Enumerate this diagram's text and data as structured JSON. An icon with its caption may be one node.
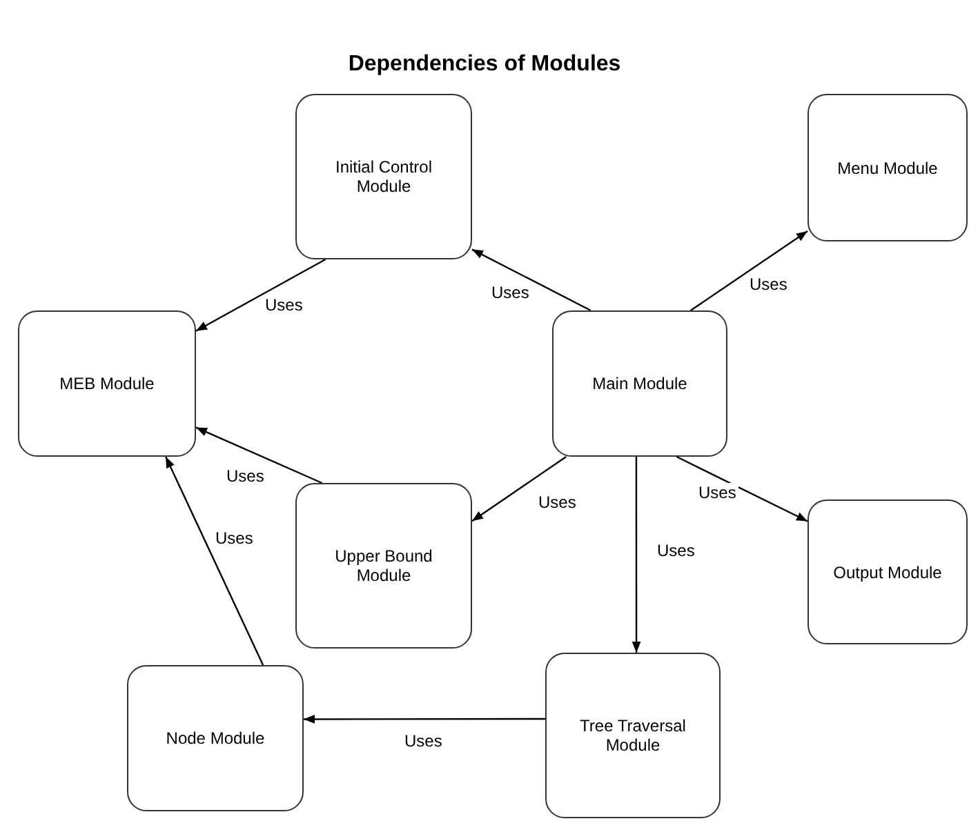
{
  "diagram": {
    "title": "Dependencies of Modules",
    "nodes": [
      {
        "text": [
          "Initial Control Module"
        ]
      },
      {
        "text": [
          "Menu Module"
        ]
      },
      {
        "text": [
          "MEB  Module"
        ]
      },
      {
        "text": [
          "Main Module"
        ]
      },
      {
        "text": [
          "Upper Bound Module"
        ]
      },
      {
        "text": [
          "Output Module"
        ]
      },
      {
        "text": [
          "Node Module"
        ]
      },
      {
        "text": [
          "Tree Traversal Module"
        ]
      }
    ],
    "edges": [
      {
        "from": 3,
        "to": 0,
        "arrow": "to",
        "label": "Uses"
      },
      {
        "from": 3,
        "to": 1,
        "arrow": "to",
        "label": "Uses"
      },
      {
        "from": 0,
        "to": 2,
        "arrow": "to",
        "label": "Uses"
      },
      {
        "from": 4,
        "to": 2,
        "arrow": "to",
        "label": "Uses"
      },
      {
        "from": 3,
        "to": 4,
        "arrow": "to",
        "label": "Uses"
      },
      {
        "from": 3,
        "to": 5,
        "arrow": "to",
        "label": "Uses"
      },
      {
        "from": 3,
        "to": 7,
        "arrow": "to",
        "label": "Uses"
      },
      {
        "from": 6,
        "to": 2,
        "arrow": "to",
        "label": "Uses"
      },
      {
        "from": 7,
        "to": 6,
        "arrow": "to",
        "label": "Uses"
      }
    ]
  }
}
